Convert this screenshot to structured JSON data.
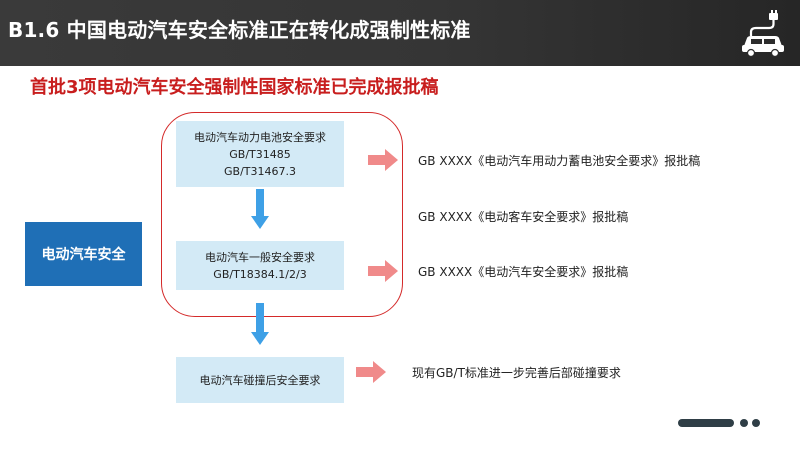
{
  "header": {
    "title": "B1.6  中国电动汽车安全标准正在转化成强制性标准",
    "icon": "ev-charging-car-icon"
  },
  "subtitle": "首批3项电动汽车安全强制性国家标准已完成报批稿",
  "left_label": "电动汽车安全",
  "boxes": [
    {
      "lines": [
        "电动汽车动力电池安全要求",
        "GB/T31485",
        "GB/T31467.3"
      ]
    },
    {
      "lines": [
        "电动汽车一般安全要求",
        "GB/T18384.1/2/3"
      ]
    },
    {
      "lines": [
        "电动汽车碰撞后安全要求"
      ]
    }
  ],
  "outcomes": [
    "GB XXXX《电动汽车用动力蓄电池安全要求》报批稿",
    "GB XXXX《电动客车安全要求》报批稿",
    "GB  XXXX《电动汽车安全要求》报批稿",
    "现有GB/T标准进一步完善后部碰撞要求"
  ],
  "colors": {
    "header_bg": "#353535",
    "accent_red": "#c81e1e",
    "box_fill": "#d3eaf6",
    "left_box": "#1f6fb6",
    "arrow_blue": "#3ea0e6",
    "arrow_pink": "#f08a8a"
  }
}
